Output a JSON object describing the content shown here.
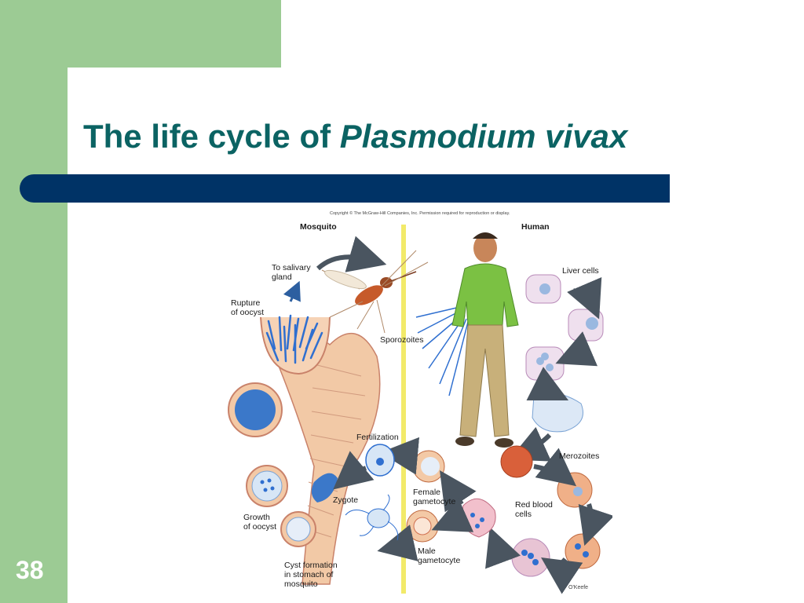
{
  "slide": {
    "title_plain": "The life cycle of ",
    "title_italic": "Plasmodium vivax",
    "number": "38"
  },
  "diagram": {
    "copyright": "Copyright © The McGraw-Hill Companies, Inc. Permission required for reproduction or display.",
    "header_left": "Mosquito",
    "header_right": "Human",
    "labels": {
      "to_salivary_1": "To salivary",
      "to_salivary_2": "gland",
      "rupture_1": "Rupture",
      "rupture_2": "of oocyst",
      "sporozoites": "Sporozoites",
      "liver_cells": "Liver cells",
      "merozoites": "Merozoites",
      "fertilization": "Fertilization",
      "zygote": "Zygote",
      "female_1": "Female",
      "female_2": "gametocyte",
      "growth_1": "Growth",
      "growth_2": "of oocyst",
      "red_blood_1": "Red blood",
      "red_blood_2": "cells",
      "male_1": "Male",
      "male_2": "gametocyte",
      "cyst_1": "Cyst formation",
      "cyst_2": "in stomach of",
      "cyst_3": "mosquito",
      "artist": "O'Keefe"
    },
    "colors": {
      "divider": "#f2ea6a",
      "arrow": "#4a5560",
      "blue_arrow": "#2d5fa0",
      "parasite": "#2f6fd0"
    }
  }
}
